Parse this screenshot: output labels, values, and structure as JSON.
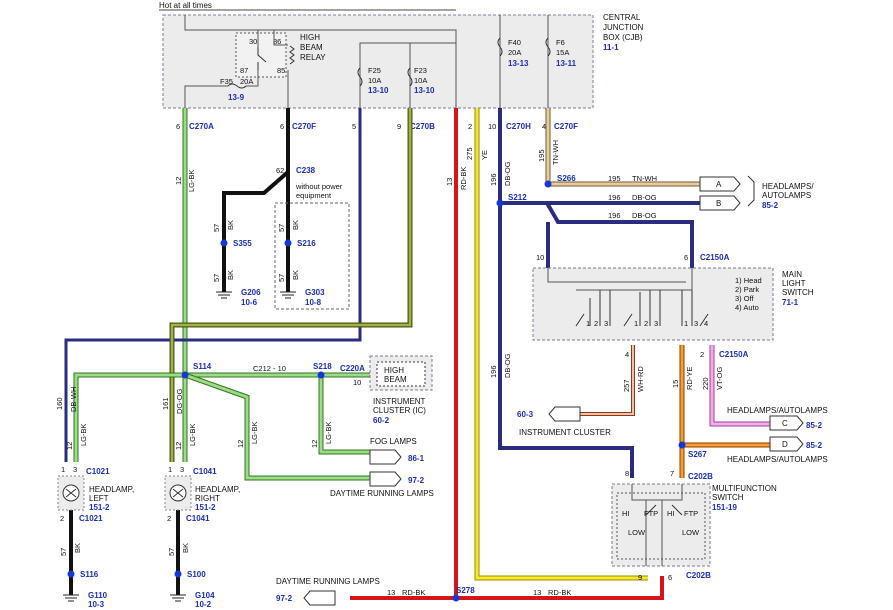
{
  "header": {
    "hot": "Hot at all times"
  },
  "cjb": {
    "title": "CENTRAL JUNCTION BOX (CJB)",
    "title_l1": "CENTRAL",
    "title_l2": "JUNCTION",
    "title_l3": "BOX (CJB)",
    "ref": "11-1"
  },
  "relay": {
    "label_l1": "HIGH",
    "label_l2": "BEAM",
    "label_l3": "RELAY",
    "pins": [
      "30",
      "86",
      "87",
      "85"
    ]
  },
  "fuses": [
    {
      "id": "F35",
      "amp": "20A",
      "ref": "13-9"
    },
    {
      "id": "F25",
      "amp": "10A",
      "ref": "13-10"
    },
    {
      "id": "F23",
      "amp": "10A",
      "ref": "13-10"
    },
    {
      "id": "F40",
      "amp": "20A",
      "ref": "13-13"
    },
    {
      "id": "F6",
      "amp": "15A",
      "ref": "13-11"
    }
  ],
  "connectors": {
    "c270a": "C270A",
    "c270f": "C270F",
    "c270b": "C270B",
    "c270h": "C270H",
    "c270f2": "C270F",
    "c238": "C238",
    "c2150a": "C2150A",
    "c2150a2": "C2150A",
    "c220a": "C220A",
    "c1021": "C1021",
    "c1041": "C1041",
    "c202b": "C202B"
  },
  "pins": {
    "p6a": "6",
    "p6f": "6",
    "p5": "5",
    "p9": "9",
    "p2": "2",
    "p10h": "10",
    "p4": "4",
    "p10": "10",
    "p6": "6",
    "p4b": "4",
    "p2b": "2",
    "p10c": "10",
    "p62": "62",
    "p3a": "3",
    "p1a": "1",
    "p2a": "2",
    "p3b": "3",
    "p1b": "1",
    "p2c": "2",
    "p8": "8",
    "p7": "7",
    "p9b": "9",
    "p6b": "6"
  },
  "circuits": {
    "c12a": "12",
    "lgbk": "LG-BK",
    "c57a": "57",
    "bka": "BK",
    "c57b": "57",
    "bkb": "BK",
    "c57c": "57",
    "bkc": "BK",
    "c57d": "57",
    "bkd": "BK",
    "c13": "13",
    "rdbk": "RD-BK",
    "c275": "275",
    "ye": "YE",
    "c196": "196",
    "dbog": "DB-OG",
    "c195": "195",
    "tnwh": "TN-WH",
    "c160": "160",
    "dbwh": "DB-WH",
    "c161": "161",
    "dgog": "DG-OG",
    "c12b": "12",
    "lgbk2": "LG-BK",
    "c12c": "12",
    "lgbk3": "LG-BK",
    "c12d": "12",
    "lgbk4": "LG-BK",
    "c12e": "12",
    "lgbk5": "LG-BK",
    "c257": "257",
    "whrd": "WH-RD",
    "c15": "15",
    "rdye": "RD-YE",
    "c220": "220",
    "vtog": "VT-OG",
    "c196b": "196",
    "dbog2": "DB-OG",
    "c57e": "57",
    "bke": "BK",
    "c57f": "57",
    "bkf": "BK",
    "c212": "C212 - 10"
  },
  "splices": {
    "s355": "S355",
    "s216": "S216",
    "s266": "S266",
    "s212": "S212",
    "s114": "S114",
    "s218": "S218",
    "s267": "S267",
    "s116": "S116",
    "s100": "S100",
    "s278": "S278"
  },
  "grounds": [
    {
      "id": "G206",
      "ref": "10-6"
    },
    {
      "id": "G303",
      "ref": "10-8"
    },
    {
      "id": "G110",
      "ref": "10-3"
    },
    {
      "id": "G104",
      "ref": "10-2"
    }
  ],
  "option_note_l1": "without power",
  "option_note_l2": "equipment",
  "harness": [
    {
      "circuit": "195",
      "color": "TN-WH",
      "tag": "A"
    },
    {
      "circuit": "196",
      "color": "DB-OG",
      "tag": "B"
    },
    {
      "circuit": "196",
      "color": "DB-OG",
      "tag": ""
    }
  ],
  "headlamps_autolamps": {
    "l1": "HEADLAMPS/",
    "l2": "AUTOLAMPS",
    "ref": "85-2"
  },
  "main_switch": {
    "title_l1": "MAIN",
    "title_l2": "LIGHT",
    "title_l3": "SWITCH",
    "ref": "71-1",
    "positions": [
      "1) Head",
      "2) Park",
      "3) Off",
      "4) Auto"
    ],
    "switch_pins": [
      "1",
      "2",
      "3",
      "4"
    ]
  },
  "cluster_box": {
    "l1": "HIGH",
    "l2": "BEAM",
    "title": "INSTRUMENT",
    "title2": "CLUSTER (IC)",
    "ref": "60-2"
  },
  "inst_cluster": {
    "ref": "60-3",
    "label": "INSTRUMENT CLUSTER"
  },
  "auto_c": {
    "label": "HEADLAMPS/AUTOLAMPS",
    "tag": "C",
    "ref": "85-2"
  },
  "auto_d": {
    "label": "HEADLAMPS/AUTOLAMPS",
    "tag": "D",
    "ref": "85-2"
  },
  "fog": {
    "label": "FOG LAMPS",
    "ref": "86-1"
  },
  "drl": {
    "label": "DAYTIME RUNNING LAMPS",
    "ref": "97-2"
  },
  "drl2": {
    "label": "DAYTIME RUNNING LAMPS",
    "ref": "97-2"
  },
  "headlamp_left": {
    "l1": "HEADLAMP,",
    "l2": "LEFT",
    "ref": "151-2"
  },
  "headlamp_right": {
    "l1": "HEADLAMP,",
    "l2": "RIGHT",
    "ref": "151-2"
  },
  "mfs": {
    "l1": "MULTIFUNCTION",
    "l2": "SWITCH",
    "ref": "151-19",
    "hi": "HI",
    "hi2": "HI",
    "ftp": "FTP",
    "ftp2": "FTP",
    "low": "LOW",
    "low2": "LOW"
  },
  "colors": {
    "ref_blue": "#1a2fb0",
    "green": "#7bc35a",
    "red": "#d8141b",
    "yellow": "#f3e51b",
    "navy": "#2a2c7e",
    "tan": "#d9b98a",
    "pink": "#e18ac8",
    "orange": "#ef8b1c",
    "olive": "#8a8a1a"
  }
}
